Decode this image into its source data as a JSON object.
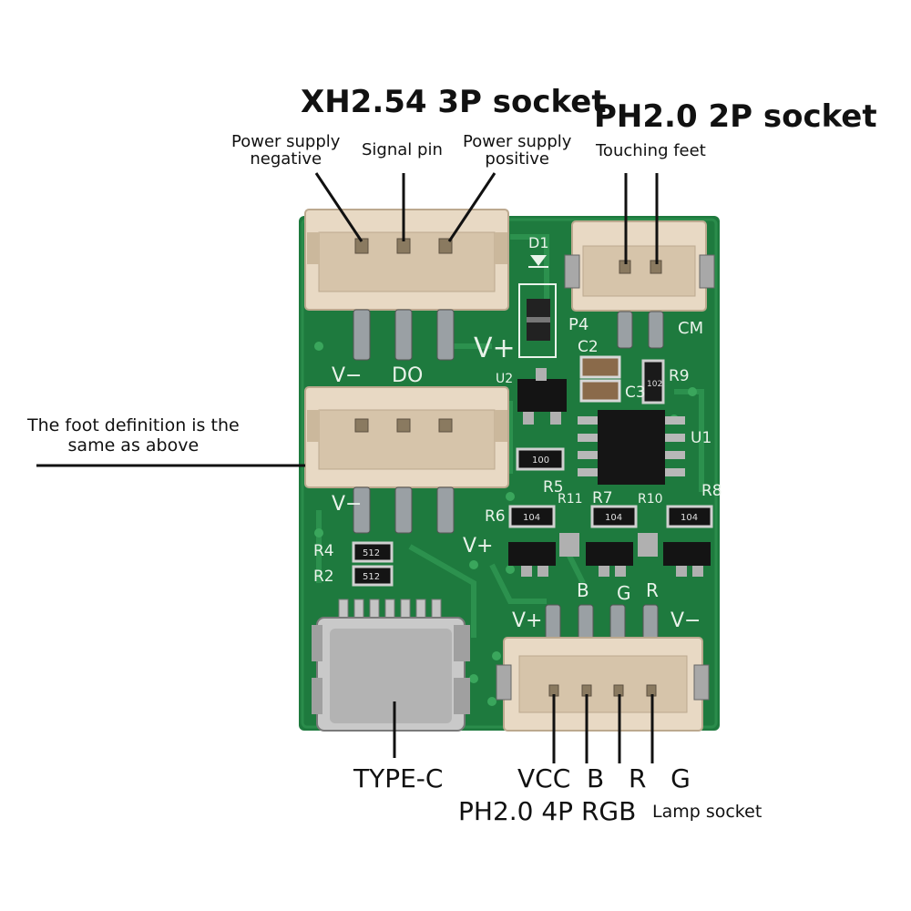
{
  "headings": {
    "xh_socket": "XH2.54 3P socket",
    "ph2p_socket": "PH2.0 2P socket",
    "xh_pin_neg": "Power supply\nnegative",
    "xh_pin_sig": "Signal pin",
    "xh_pin_pos": "Power supply\npositive",
    "ph2p_pin": "Touching feet",
    "foot_def": "The foot definition is the\nsame as above",
    "typec": "TYPE-C",
    "rgb_pins": "VCC  B   R   G",
    "rgb_socket_main": "PH2.0 4P RGB",
    "rgb_socket_tail": "Lamp socket"
  },
  "silkscreen": {
    "v_minus_top": "V−",
    "do": "DO",
    "v_plus_top": "V+",
    "v_minus_mid": "V−",
    "v_plus_mid": "V+",
    "d1": "D1",
    "p4": "P4",
    "cm": "CM",
    "c2": "C2",
    "c3": "C3",
    "r9": "R9",
    "u2": "U2",
    "u1": "U1",
    "r5": "R5",
    "r6": "R6",
    "r7": "R7",
    "r8": "R8",
    "r10": "R10",
    "r11": "R11",
    "r4": "R4",
    "r2": "R2",
    "r4_code": "512",
    "r2_code": "512",
    "r5_code": "100",
    "r9_code": "102",
    "r6_code": "104",
    "r7_code": "104",
    "r8_code": "104",
    "b": "B",
    "g": "G",
    "r": "R",
    "vplus_bottom": "V+",
    "vminus_bottom": "V−"
  },
  "colors": {
    "pcb": "#1e7a3e",
    "connector": "#e8d9c4",
    "chip": "#151515"
  }
}
